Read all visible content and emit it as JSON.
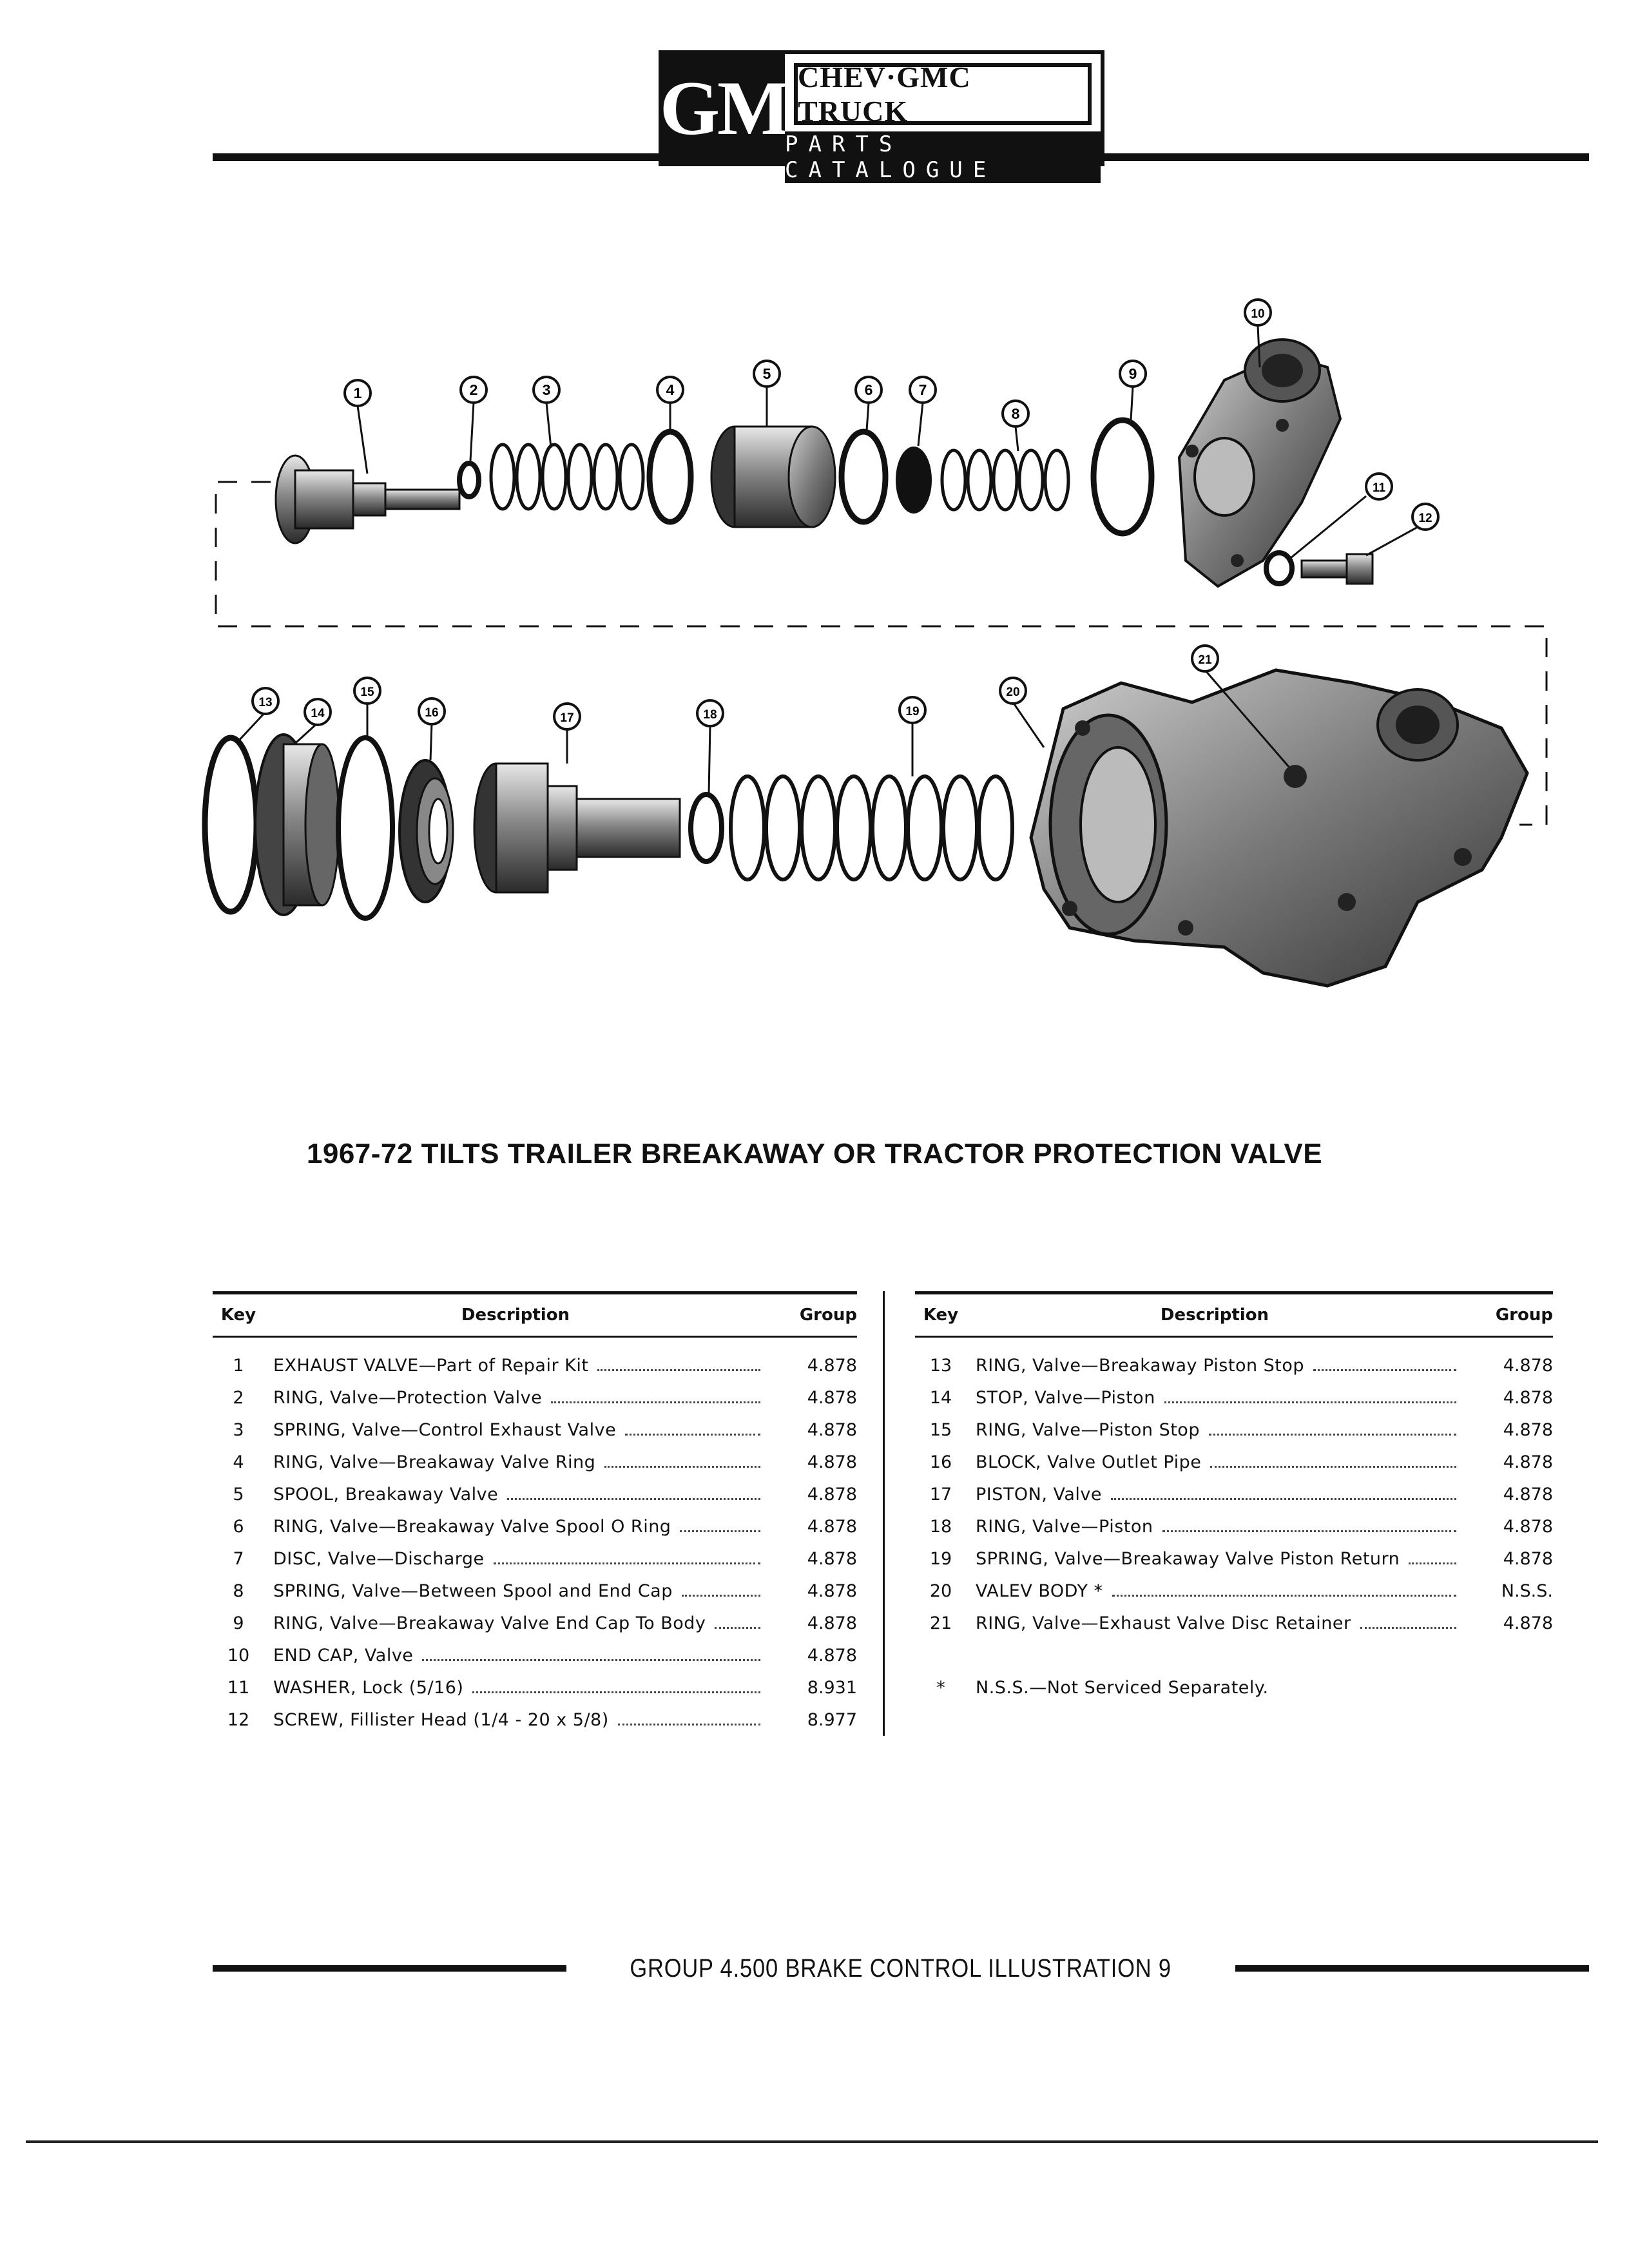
{
  "header": {
    "logo_mark": "GM",
    "line1": "CHEV·GMC TRUCK",
    "line2": "PARTS CATALOGUE"
  },
  "diagram": {
    "callouts": [
      "1",
      "2",
      "3",
      "4",
      "5",
      "6",
      "7",
      "8",
      "9",
      "10",
      "11",
      "12",
      "13",
      "14",
      "15",
      "16",
      "17",
      "18",
      "19",
      "20",
      "21"
    ]
  },
  "title": "1967-72 TILTS TRAILER BREAKAWAY OR TRACTOR PROTECTION VALVE",
  "table_headers": {
    "key": "Key",
    "description": "Description",
    "group": "Group"
  },
  "parts_left": [
    {
      "key": "1",
      "description": "EXHAUST VALVE—Part of Repair Kit",
      "group": "4.878"
    },
    {
      "key": "2",
      "description": "RING, Valve—Protection Valve",
      "group": "4.878"
    },
    {
      "key": "3",
      "description": "SPRING, Valve—Control Exhaust Valve",
      "group": "4.878"
    },
    {
      "key": "4",
      "description": "RING, Valve—Breakaway Valve Ring",
      "group": "4.878"
    },
    {
      "key": "5",
      "description": "SPOOL, Breakaway Valve",
      "group": "4.878"
    },
    {
      "key": "6",
      "description": "RING, Valve—Breakaway Valve Spool O Ring",
      "group": "4.878"
    },
    {
      "key": "7",
      "description": "DISC, Valve—Discharge",
      "group": "4.878"
    },
    {
      "key": "8",
      "description": "SPRING, Valve—Between Spool and End Cap",
      "group": "4.878"
    },
    {
      "key": "9",
      "description": "RING, Valve—Breakaway Valve End Cap To Body",
      "group": "4.878"
    },
    {
      "key": "10",
      "description": "END CAP, Valve",
      "group": "4.878"
    },
    {
      "key": "11",
      "description": "WASHER, Lock (5/16)",
      "group": "8.931"
    },
    {
      "key": "12",
      "description": "SCREW, Fillister Head (1/4 - 20 x 5/8)",
      "group": "8.977"
    }
  ],
  "parts_right": [
    {
      "key": "13",
      "description": "RING, Valve—Breakaway Piston Stop",
      "group": "4.878"
    },
    {
      "key": "14",
      "description": "STOP, Valve—Piston",
      "group": "4.878"
    },
    {
      "key": "15",
      "description": "RING, Valve—Piston Stop",
      "group": "4.878"
    },
    {
      "key": "16",
      "description": "BLOCK, Valve Outlet Pipe",
      "group": "4.878"
    },
    {
      "key": "17",
      "description": "PISTON, Valve",
      "group": "4.878"
    },
    {
      "key": "18",
      "description": "RING, Valve—Piston",
      "group": "4.878"
    },
    {
      "key": "19",
      "description": "SPRING, Valve—Breakaway Valve Piston Return",
      "group": "4.878"
    },
    {
      "key": "20",
      "description": "VALEV BODY *",
      "group": "N.S.S."
    },
    {
      "key": "21",
      "description": "RING, Valve—Exhaust Valve Disc Retainer",
      "group": "4.878"
    }
  ],
  "note": {
    "key": "*",
    "text": "N.S.S.—Not Serviced Separately."
  },
  "footer": "GROUP 4.500 BRAKE CONTROL ILLUSTRATION 9"
}
